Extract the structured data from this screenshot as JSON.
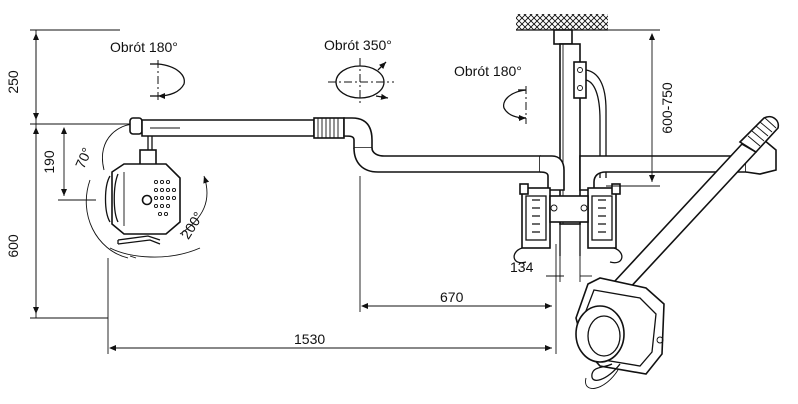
{
  "rotations": {
    "lamp": "Obrót 180°",
    "arm": "Obrót 350°",
    "mount": "Obrót 180°"
  },
  "dimensions": {
    "height_top": "250",
    "height_mid": "190",
    "height_low": "600",
    "tilt": "70°",
    "swing": "200°",
    "arm_span": "670",
    "total_span": "1530",
    "mount_width": "134",
    "column_range": "600-750"
  }
}
